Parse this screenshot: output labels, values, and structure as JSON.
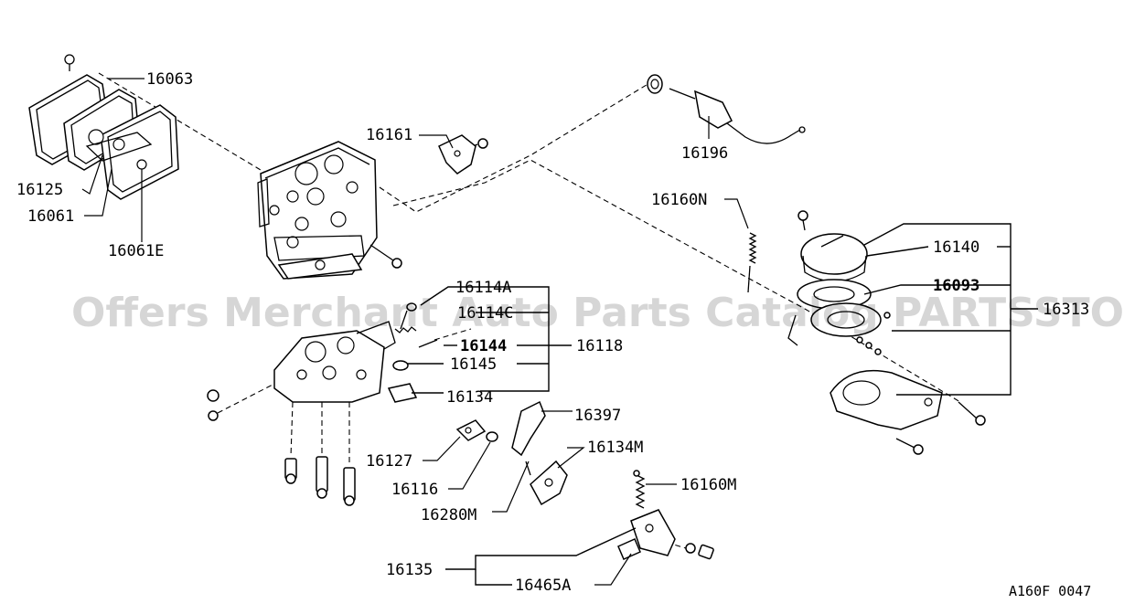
{
  "diagram": {
    "watermark": "Offers Merchant Auto Parts Catalog PARTSSTORE.SA",
    "reference_code": "A160F 0047",
    "part_labels": {
      "p16063": "16063",
      "p16125": "16125",
      "p16061": "16061",
      "p16061E": "16061E",
      "p16161": "16161",
      "p16196": "16196",
      "p16160N": "16160N",
      "p16140": "16140",
      "p16093": "16093",
      "p16313": "16313",
      "p16114A": "16114A",
      "p16114C": "16114C",
      "p16144": "16144",
      "p16118": "16118",
      "p16145": "16145",
      "p16134": "16134",
      "p16397": "16397",
      "p16127": "16127",
      "p16134M": "16134M",
      "p16116": "16116",
      "p16280M": "16280M",
      "p16160M": "16160M",
      "p16135": "16135",
      "p16465A": "16465A"
    }
  }
}
